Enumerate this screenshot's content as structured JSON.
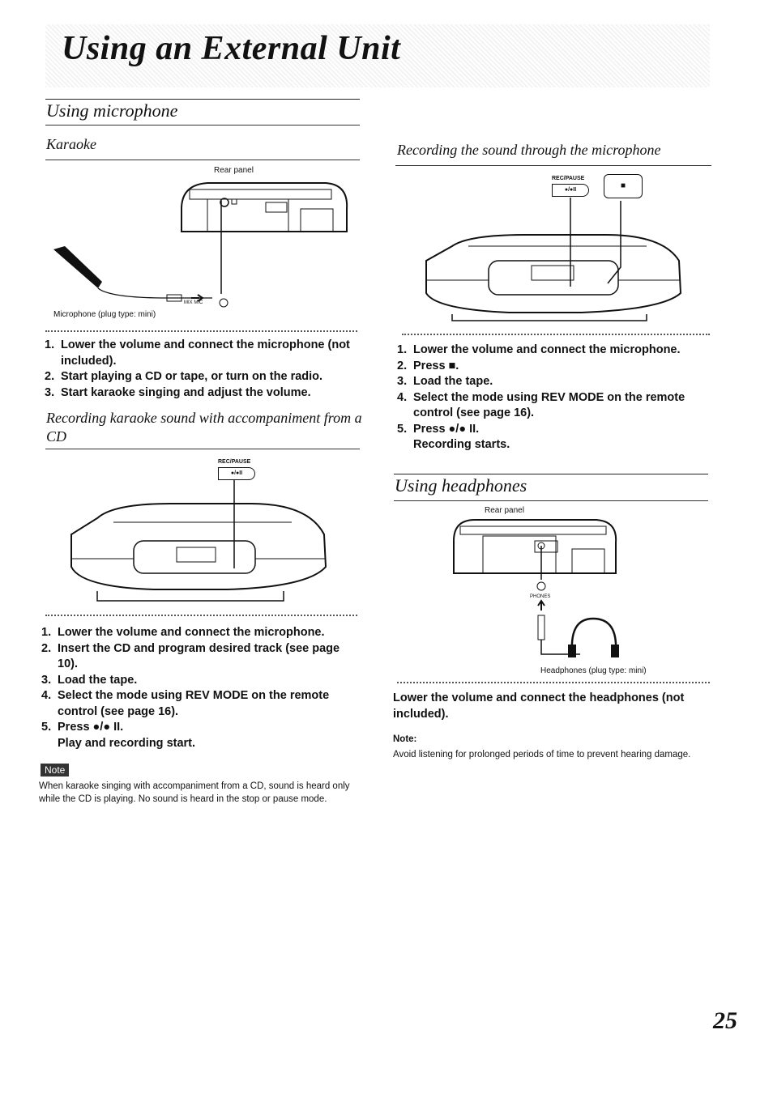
{
  "page_title": "Using an External Unit",
  "microphone": {
    "heading": "Using microphone",
    "karaoke": {
      "heading": "Karaoke",
      "diagram_label": "Rear panel",
      "jack_label": "MIX MIC",
      "caption": "Microphone (plug type: mini)",
      "steps": [
        {
          "num": "1.",
          "text": "Lower the volume and connect the microphone (not included)."
        },
        {
          "num": "2.",
          "text": "Start playing a CD or tape, or turn on the radio."
        },
        {
          "num": "3.",
          "text": "Start karaoke singing and adjust the volume."
        }
      ]
    },
    "recording_cd": {
      "heading": "Recording karaoke sound with accompaniment from a CD",
      "button_label": "REC/PAUSE",
      "button_symbol": "●/●II",
      "steps": [
        {
          "num": "1.",
          "text": "Lower the volume and connect the microphone."
        },
        {
          "num": "2.",
          "text": "Insert the CD and program desired track (see page 10)."
        },
        {
          "num": "3.",
          "text": "Load the tape."
        },
        {
          "num": "4.",
          "text": "Select the mode using REV MODE on the remote control (see page 16)."
        },
        {
          "num": "5.",
          "text": "Press ●/● II.",
          "extra": "Play and recording start."
        }
      ],
      "note_badge": "Note",
      "note_text": "When karaoke singing with accompaniment from a CD, sound is heard only while the CD is playing. No sound is heard in the stop or pause mode."
    },
    "recording_mic": {
      "heading": "Recording the sound through the microphone",
      "button_label": "REC/PAUSE",
      "button_symbol": "●/●II",
      "stop_symbol": "■",
      "steps": [
        {
          "num": "1.",
          "text": "Lower the volume and connect the microphone."
        },
        {
          "num": "2.",
          "text": "Press ■."
        },
        {
          "num": "3.",
          "text": "Load the tape."
        },
        {
          "num": "4.",
          "text": "Select the mode using REV MODE on the remote control (see page 16)."
        },
        {
          "num": "5.",
          "text": "Press ●/● II.",
          "extra": "Recording starts."
        }
      ]
    }
  },
  "headphones": {
    "heading": "Using headphones",
    "diagram_label": "Rear panel",
    "jack_label": "PHONES",
    "caption": "Headphones (plug type: mini)",
    "instruction": "Lower the volume and connect the headphones (not included).",
    "note_label": "Note:",
    "note_text": "Avoid listening for prolonged periods of time to prevent hearing damage."
  },
  "page_number": "25"
}
